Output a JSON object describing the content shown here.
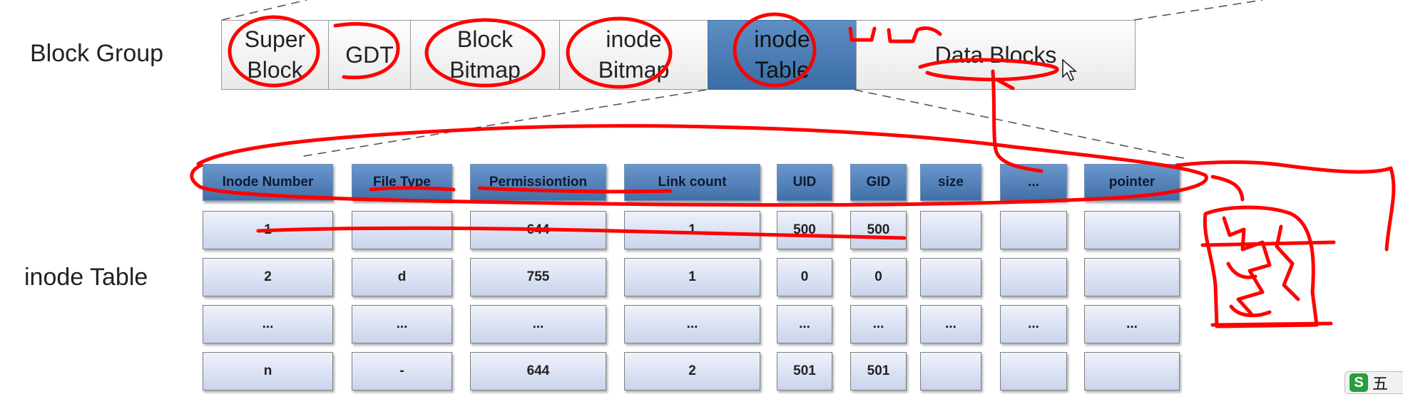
{
  "labels": {
    "block_group": "Block Group",
    "inode_table": "inode Table"
  },
  "block_group": [
    {
      "text": "Super\nBlock",
      "w": 152,
      "highlight": false
    },
    {
      "text": "GDT",
      "w": 116,
      "highlight": false
    },
    {
      "text": "Block\nBitmap",
      "w": 211,
      "highlight": false
    },
    {
      "text": "inode\nBitmap",
      "w": 209,
      "highlight": false
    },
    {
      "text": "inode\nTable",
      "w": 210,
      "highlight": true
    },
    {
      "text": "Data Blocks",
      "w": 392,
      "highlight": false
    }
  ],
  "table": {
    "headers": [
      "Inode Number",
      "File Type",
      "Permissiontion",
      "Link count",
      "UID",
      "GID",
      "size",
      "...",
      "pointer"
    ],
    "rows": [
      [
        "1",
        "",
        "644",
        "1",
        "500",
        "500",
        "",
        "",
        ""
      ],
      [
        "2",
        "d",
        "755",
        "1",
        "0",
        "0",
        "",
        "",
        ""
      ],
      [
        "...",
        "...",
        "...",
        "...",
        "...",
        "...",
        "...",
        "...",
        "..."
      ],
      [
        "n",
        "-",
        "644",
        "2",
        "501",
        "501",
        "",
        "",
        ""
      ]
    ]
  },
  "badge": {
    "logo": "S",
    "text": "五"
  },
  "colors": {
    "header_blue": "#4a78b0",
    "cell_fill": "#dbe3f4",
    "highlight_blue": "#4a7cb5",
    "annotation_red": "#ff0000"
  }
}
